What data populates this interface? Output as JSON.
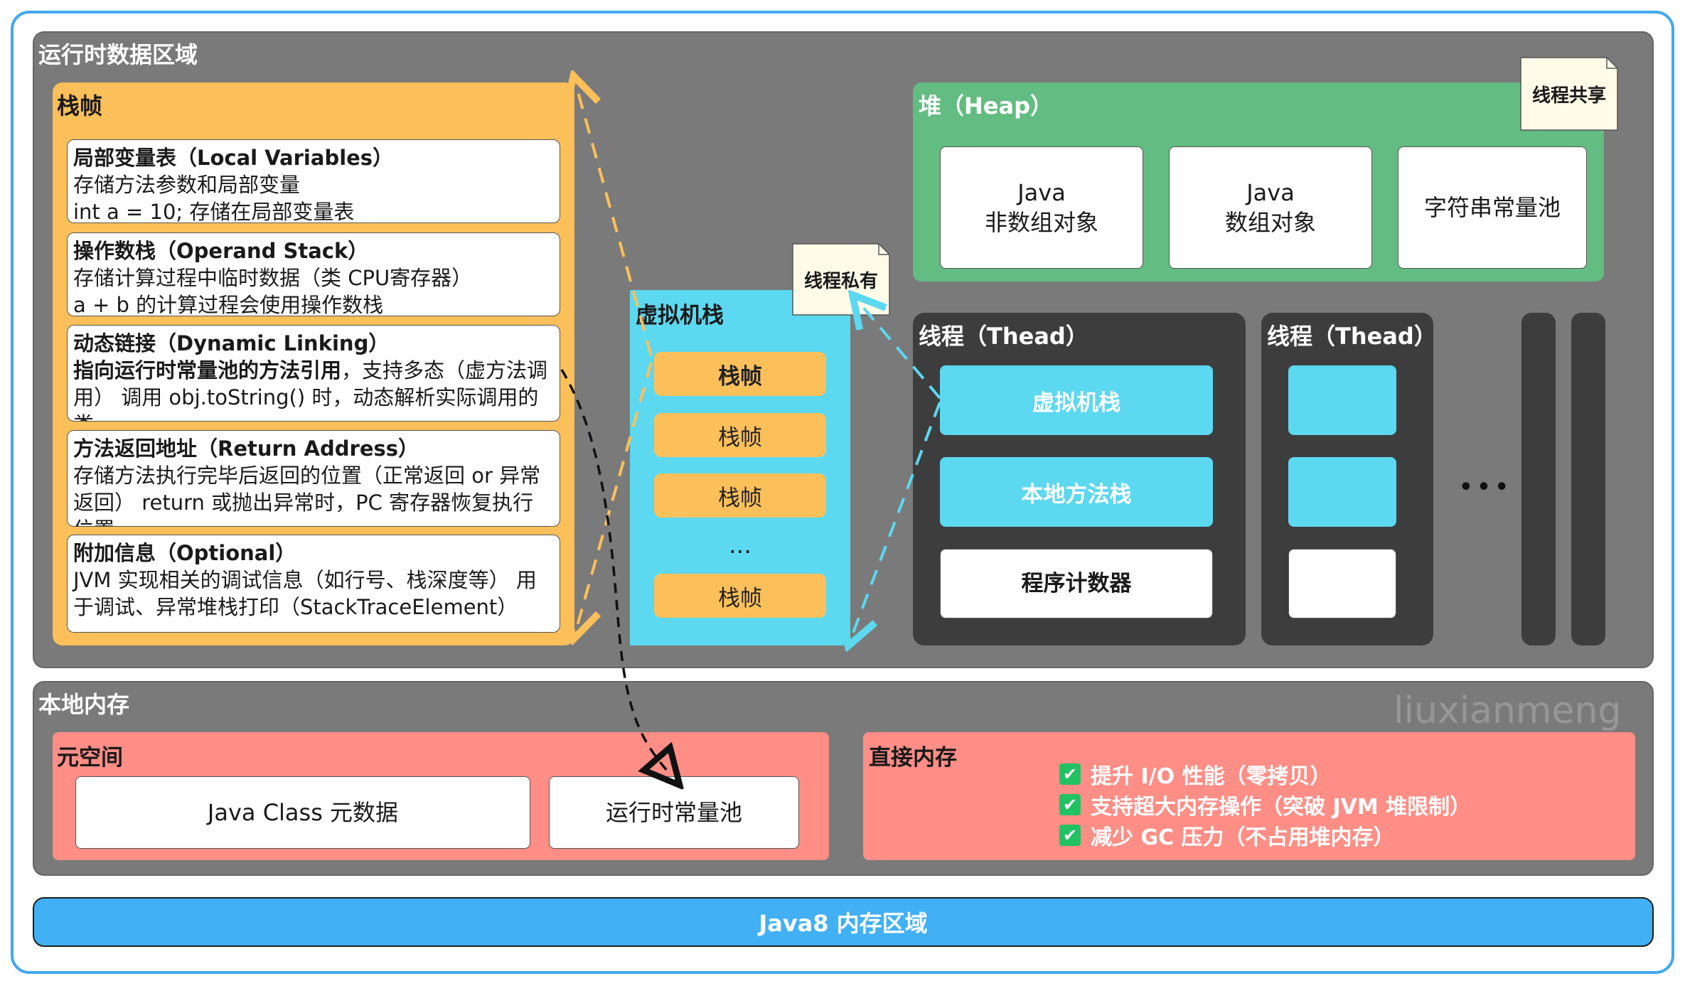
{
  "runtime_area": {
    "title": "运行时数据区域"
  },
  "stack_frame": {
    "title": "栈帧",
    "cards": [
      {
        "title": "局部变量表（Local Variables）",
        "line1": "存储方法参数和局部变量",
        "line2": "int a = 10; 存储在局部变量表"
      },
      {
        "title": "操作数栈（Operand Stack）",
        "line1": "存储计算过程中临时数据（类 CPU寄存器）",
        "line2": "a + b 的计算过程会使用操作数栈"
      },
      {
        "title": "动态链接（Dynamic Linking）",
        "bold": "指向运行时常量池的方法引用",
        "line1": "，支持多态（虚方法调用） 调用 obj.toString() 时，动态解析实际调用的类"
      },
      {
        "title": "方法返回地址（Return Address）",
        "line1": "存储方法执行完毕后返回的位置（正常返回 or 异常返回） return 或抛出异常时，PC 寄存器恢复执行位置"
      },
      {
        "title": "附加信息（Optional）",
        "line1": "JVM 实现相关的调试信息（如行号、栈深度等） 用于调试、异常堆栈打印（StackTraceElement）"
      }
    ]
  },
  "vm_stack": {
    "title": "虚拟机栈",
    "frames": [
      "栈帧",
      "栈帧",
      "栈帧",
      "…",
      "栈帧"
    ],
    "note": "线程私有"
  },
  "heap": {
    "title": "堆（Heap）",
    "note": "线程共享",
    "boxes": [
      {
        "line1": "Java",
        "line2": "非数组对象"
      },
      {
        "line1": "Java",
        "line2": "数组对象"
      },
      {
        "line1": "字符串常量池",
        "line2": ""
      }
    ]
  },
  "threads": [
    {
      "title": "线程（Thead）",
      "items": [
        "虚拟机栈",
        "本地方法栈",
        "程序计数器"
      ]
    },
    {
      "title": "线程（Thead）",
      "items": [
        "",
        "",
        ""
      ]
    }
  ],
  "ellipsis": "•••",
  "native_memory": {
    "title": "本地内存",
    "metaspace": {
      "title": "元空间",
      "items": [
        "Java Class 元数据",
        "运行时常量池"
      ]
    },
    "direct": {
      "title": "直接内存",
      "benefits": [
        "提升 I/O 性能（零拷贝）",
        "支持超大内存操作（突破 JVM 堆限制）",
        "减少 GC 压力（不占用堆内存）"
      ]
    }
  },
  "watermark": "liuxianmeng",
  "footer": {
    "label": "Java8 内存区域"
  },
  "colors": {
    "border": "#41a8ee",
    "orange": "#fcc05a",
    "cyan": "#5cd8f0",
    "green": "#63bc82",
    "pink": "#ff8e86",
    "footer": "#41b0f5"
  }
}
